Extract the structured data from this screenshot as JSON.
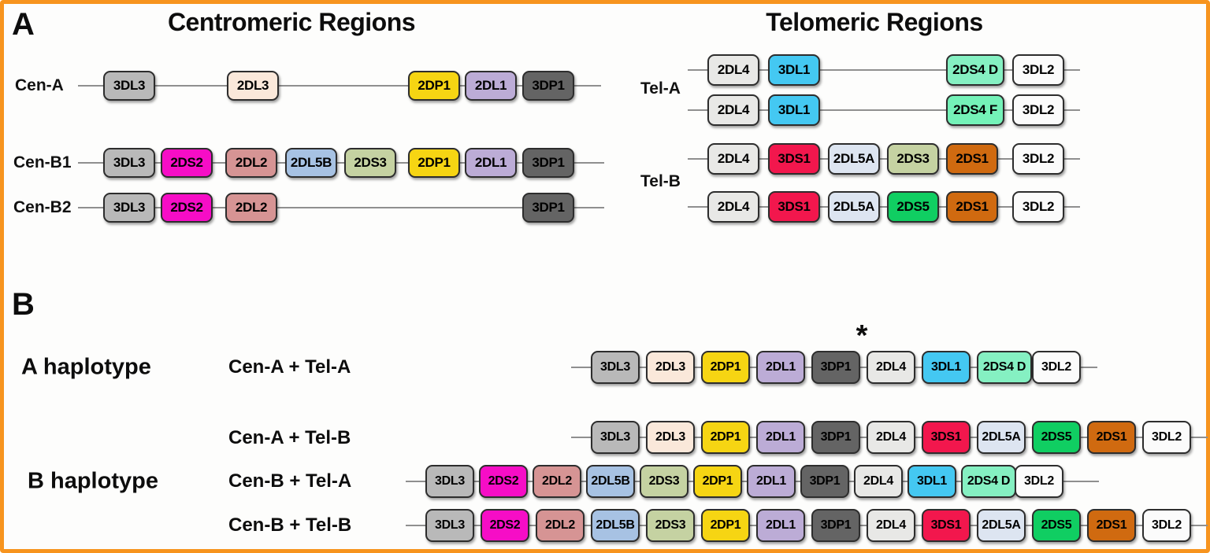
{
  "frame": {
    "border_color": "#F7941E",
    "background": "#FDFDFC"
  },
  "panel_a": {
    "letter": "A",
    "centromeric_title": "Centromeric Regions",
    "telomeric_title": "Telomeric Regions"
  },
  "panel_b": {
    "letter": "B",
    "asterisk": "*",
    "group_labels": [
      "A haplotype",
      "B haplotype"
    ]
  },
  "gene_colors": {
    "3DL3": "#b9b9b9",
    "2DL3": "#fae8da",
    "2DP1": "#f6d513",
    "2DL1": "#bcacd6",
    "3DP1": "#646464",
    "2DS2": "#f60dc6",
    "2DL2": "#d69494",
    "2DL5B": "#a7c2e3",
    "2DS3": "#c5d2a2",
    "2DL4": "#e8e8e6",
    "3DL1": "#44c8f2",
    "2DS4 D": "#85f0c2",
    "2DS4 F": "#74f2b8",
    "3DL2": "#fbfbfb",
    "3DS1": "#f2174d",
    "2DL5A": "#dde5f1",
    "2DS5": "#10ce62",
    "2DS1": "#d06a10"
  },
  "centromeric_rows": [
    {
      "label": "Cen-A",
      "genes": [
        "3DL3",
        "2DL3",
        "2DP1",
        "2DL1",
        "3DP1"
      ]
    },
    {
      "label": "Cen-B1",
      "genes": [
        "3DL3",
        "2DS2",
        "2DL2",
        "2DL5B",
        "2DS3",
        "2DP1",
        "2DL1",
        "3DP1"
      ]
    },
    {
      "label": "Cen-B2",
      "genes": [
        "3DL3",
        "2DS2",
        "2DL2",
        "3DP1"
      ]
    }
  ],
  "telomeric_groups": [
    {
      "label": "Tel-A",
      "rows": [
        [
          "2DL4",
          "3DL1",
          "2DS4 D",
          "3DL2"
        ],
        [
          "2DL4",
          "3DL1",
          "2DS4 F",
          "3DL2"
        ]
      ]
    },
    {
      "label": "Tel-B",
      "rows": [
        [
          "2DL4",
          "3DS1",
          "2DL5A",
          "2DS3",
          "2DS1",
          "3DL2"
        ],
        [
          "2DL4",
          "3DS1",
          "2DL5A",
          "2DS5",
          "2DS1",
          "3DL2"
        ]
      ]
    }
  ],
  "haplotype_rows": [
    {
      "formula": "Cen-A + Tel-A",
      "asterisk_before_gene": "2DL4",
      "genes": [
        "3DL3",
        "2DL3",
        "2DP1",
        "2DL1",
        "3DP1",
        "2DL4",
        "3DL1",
        "2DS4 D",
        "3DL2"
      ]
    },
    {
      "formula": "Cen-A + Tel-B",
      "genes": [
        "3DL3",
        "2DL3",
        "2DP1",
        "2DL1",
        "3DP1",
        "2DL4",
        "3DS1",
        "2DL5A",
        "2DS5",
        "2DS1",
        "3DL2"
      ]
    },
    {
      "formula": "Cen-B + Tel-A",
      "genes": [
        "3DL3",
        "2DS2",
        "2DL2",
        "2DL5B",
        "2DS3",
        "2DP1",
        "2DL1",
        "3DP1",
        "2DL4",
        "3DL1",
        "2DS4 D",
        "3DL2"
      ]
    },
    {
      "formula": "Cen-B + Tel-B",
      "genes": [
        "3DL3",
        "2DS2",
        "2DL2",
        "2DL5B",
        "2DS3",
        "2DP1",
        "2DL1",
        "3DP1",
        "2DL4",
        "3DS1",
        "2DL5A",
        "2DS5",
        "2DS1",
        "3DL2"
      ]
    }
  ]
}
